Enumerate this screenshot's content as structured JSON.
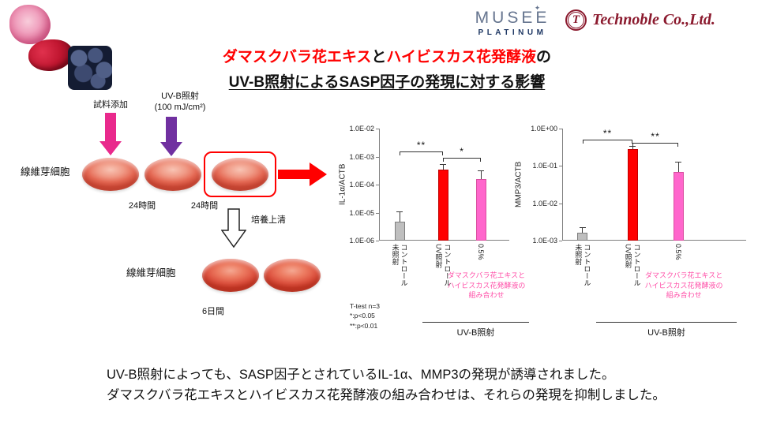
{
  "colors": {
    "accent_red": "#ff0000",
    "magenta_arrow": "#e9298c",
    "purple_arrow": "#7030a0",
    "caption_pink": "#ff4fa8",
    "gray_bar": "#bfbfbf",
    "pink_bar": "#ff66cc",
    "musee_navy": "#1f3864",
    "technoble_maroon": "#8b1a2e"
  },
  "logos": {
    "musee": {
      "name": "MUSEE",
      "sub": "PLATINUM",
      "star": "✦"
    },
    "technoble": {
      "mark": "T",
      "text": "Technoble Co.,Ltd."
    }
  },
  "title": {
    "l1_red1": "ダマスクバラ花エキス",
    "l1_black1": "と",
    "l1_red2": "ハイビスカス花発酵液",
    "l1_black2": "の",
    "l2": "UV-B照射によるSASP因子の発現に対する影響"
  },
  "diagram": {
    "sample_add": "試料添加",
    "uvb_line1": "UV-B照射",
    "uvb_line2": "(100 mJ/cm²)",
    "fibroblast_top": "線維芽細胞",
    "h24_1": "24時間",
    "h24_2": "24時間",
    "supernatant": "培養上清",
    "fibroblast_bottom": "線維芽細胞",
    "days6": "6日間"
  },
  "chart_data": [
    {
      "type": "bar",
      "ylabel": "IL-1α/ACTB",
      "yscale": "log",
      "ylim": [
        1e-06,
        0.01
      ],
      "yticks": [
        "1.0E-02",
        "1.0E-03",
        "1.0E-04",
        "1.0E-05",
        "1.0E-06"
      ],
      "categories": [
        [
          "未照射",
          "コントロール"
        ],
        [
          "UV照射",
          "コントロール"
        ],
        [
          "0.5%"
        ]
      ],
      "values": [
        4.7e-06,
        0.00035,
        0.00016
      ],
      "errors_upper": [
        1.1e-05,
        0.00055,
        0.00033
      ],
      "bar_colors": [
        "#bfbfbf",
        "#ff0000",
        "#ff66cc"
      ],
      "bar_border_colors": [
        "#7f7f7f",
        "#c00000",
        "#d94fa0"
      ],
      "significance": [
        {
          "from": 0,
          "to": 1,
          "label": "**"
        },
        {
          "from": 1,
          "to": 2,
          "label": "*"
        }
      ],
      "treatment_caption": [
        "ダマスクバラ花エキスと",
        "ハイビスカス花発酵液の",
        "組み合わせ"
      ],
      "group_label": "UV-B照射",
      "note": [
        "T-test n=3",
        "*:p<0.05",
        "**:p<0.01"
      ],
      "grid": false,
      "legend": false
    },
    {
      "type": "bar",
      "ylabel": "MMP3/ACTB",
      "yscale": "log",
      "ylim": [
        0.001,
        1.0
      ],
      "yticks": [
        "1.0E+00",
        "1.0E-01",
        "1.0E-02",
        "1.0E-03"
      ],
      "categories": [
        [
          "未照射",
          "コントロール"
        ],
        [
          "UV照射",
          "コントロール"
        ],
        [
          "0.5%"
        ]
      ],
      "values": [
        0.0016,
        0.28,
        0.07
      ],
      "errors_upper": [
        0.0023,
        0.35,
        0.13
      ],
      "bar_colors": [
        "#bfbfbf",
        "#ff0000",
        "#ff66cc"
      ],
      "bar_border_colors": [
        "#7f7f7f",
        "#c00000",
        "#d94fa0"
      ],
      "significance": [
        {
          "from": 0,
          "to": 1,
          "label": "**"
        },
        {
          "from": 1,
          "to": 2,
          "label": "**"
        }
      ],
      "treatment_caption": [
        "ダマスクバラ花エキスと",
        "ハイビスカス花発酵液の",
        "組み合わせ"
      ],
      "group_label": "UV-B照射",
      "grid": false,
      "legend": false
    }
  ],
  "summary": {
    "line1": "UV-B照射によっても、SASP因子とされているIL-1α、MMP3の発現が誘導されました。",
    "line2": "ダマスクバラ花エキスとハイビスカス花発酵液の組み合わせは、それらの発現を抑制しました。"
  }
}
